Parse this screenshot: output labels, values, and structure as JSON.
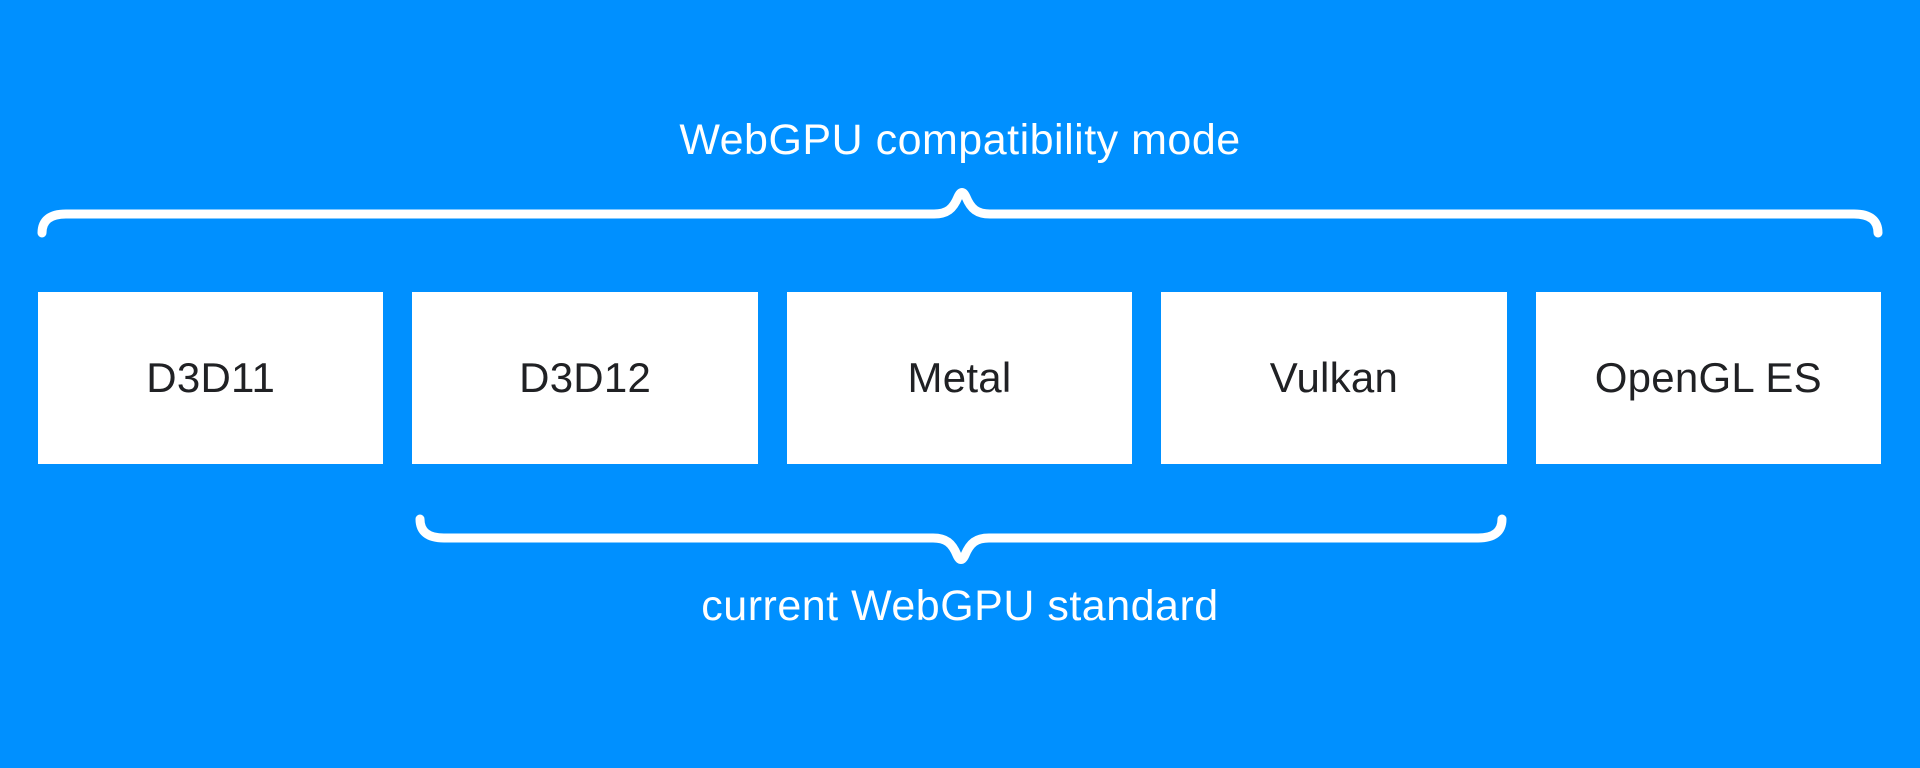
{
  "diagram": {
    "top_label": "WebGPU compatibility mode",
    "bottom_label": "current WebGPU standard",
    "boxes": [
      {
        "label": "D3D11"
      },
      {
        "label": "D3D12"
      },
      {
        "label": "Metal"
      },
      {
        "label": "Vulkan"
      },
      {
        "label": "OpenGL ES"
      }
    ],
    "braces": [
      {
        "name": "top-brace",
        "spans": "all five backend APIs",
        "points_to": "WebGPU compatibility mode"
      },
      {
        "name": "bottom-brace",
        "spans": "D3D12, Metal, Vulkan",
        "points_to": "current WebGPU standard"
      }
    ],
    "colors": {
      "background": "#0090ff",
      "box_fill": "#ffffff",
      "box_text": "#202124",
      "brace": "#ffffff",
      "label_text": "#ffffff"
    }
  }
}
